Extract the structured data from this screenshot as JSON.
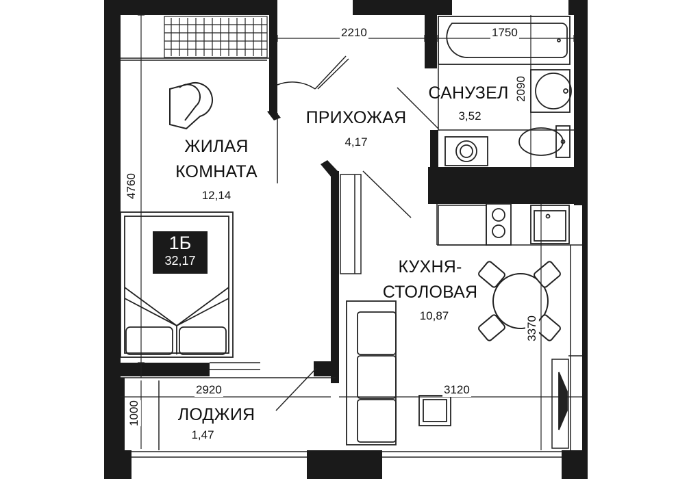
{
  "apartment": {
    "code": "1Б",
    "total_area": "32,17"
  },
  "rooms": {
    "living": {
      "name_line1": "ЖИЛАЯ",
      "name_line2": "КОМНАТА",
      "area": "12,14"
    },
    "hall": {
      "name": "ПРИХОЖАЯ",
      "area": "4,17"
    },
    "bathroom": {
      "name": "САНУЗЕЛ",
      "area": "3,52"
    },
    "kitchen": {
      "name_line1": "КУХНЯ-",
      "name_line2": "СТОЛОВАЯ",
      "area": "10,87"
    },
    "loggia": {
      "name": "ЛОДЖИЯ",
      "area": "1,47"
    }
  },
  "dimensions": {
    "hall_width": "2210",
    "bath_width": "1750",
    "bath_depth": "2090",
    "living_depth": "4760",
    "kitchen_depth": "3370",
    "living_width": "2920",
    "kitchen_width": "3120",
    "loggia_depth": "1000"
  },
  "colors": {
    "wall": "#1a1a1a",
    "line": "#222222",
    "background": "#ffffff"
  }
}
